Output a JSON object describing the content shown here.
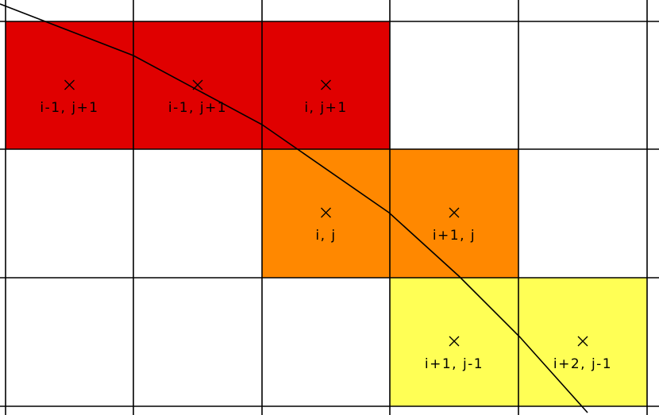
{
  "colors": {
    "red": "#e00000",
    "orange": "#ff8800",
    "yellow": "#ffff55",
    "white": "#ffffff",
    "line": "#000000"
  },
  "cells": [
    {
      "row": 0,
      "col": 0,
      "color": "red",
      "label": "i-1, j+1"
    },
    {
      "row": 0,
      "col": 1,
      "color": "red",
      "label": "i-1, j+1"
    },
    {
      "row": 0,
      "col": 2,
      "color": "red",
      "label": "i, j+1"
    },
    {
      "row": 1,
      "col": 2,
      "color": "orange",
      "label": "i, j"
    },
    {
      "row": 1,
      "col": 3,
      "color": "orange",
      "label": "i+1, j"
    },
    {
      "row": 2,
      "col": 3,
      "color": "yellow",
      "label": "i+1, j-1"
    },
    {
      "row": 2,
      "col": 4,
      "color": "yellow",
      "label": "i+2, j-1"
    }
  ]
}
